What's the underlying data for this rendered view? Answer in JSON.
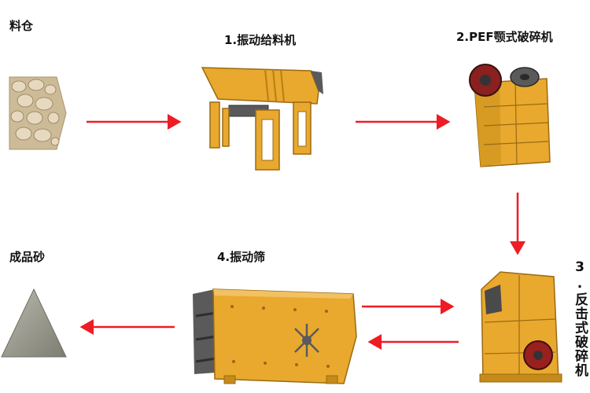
{
  "labels": {
    "raw_bin": "料仓",
    "step1": "1.振动给料机",
    "step2": "2.PEF颚式破碎机",
    "step3": "3.反击式破碎机",
    "step4": "4.振动筛",
    "output": "成品砂"
  },
  "colors": {
    "arrow": "#ee1c24",
    "machine": "#e9a92e",
    "machine_dark": "#b97d16",
    "steel": "#5a5a5a",
    "stone": "#c9b48f",
    "sand": "#9a9a8e"
  }
}
